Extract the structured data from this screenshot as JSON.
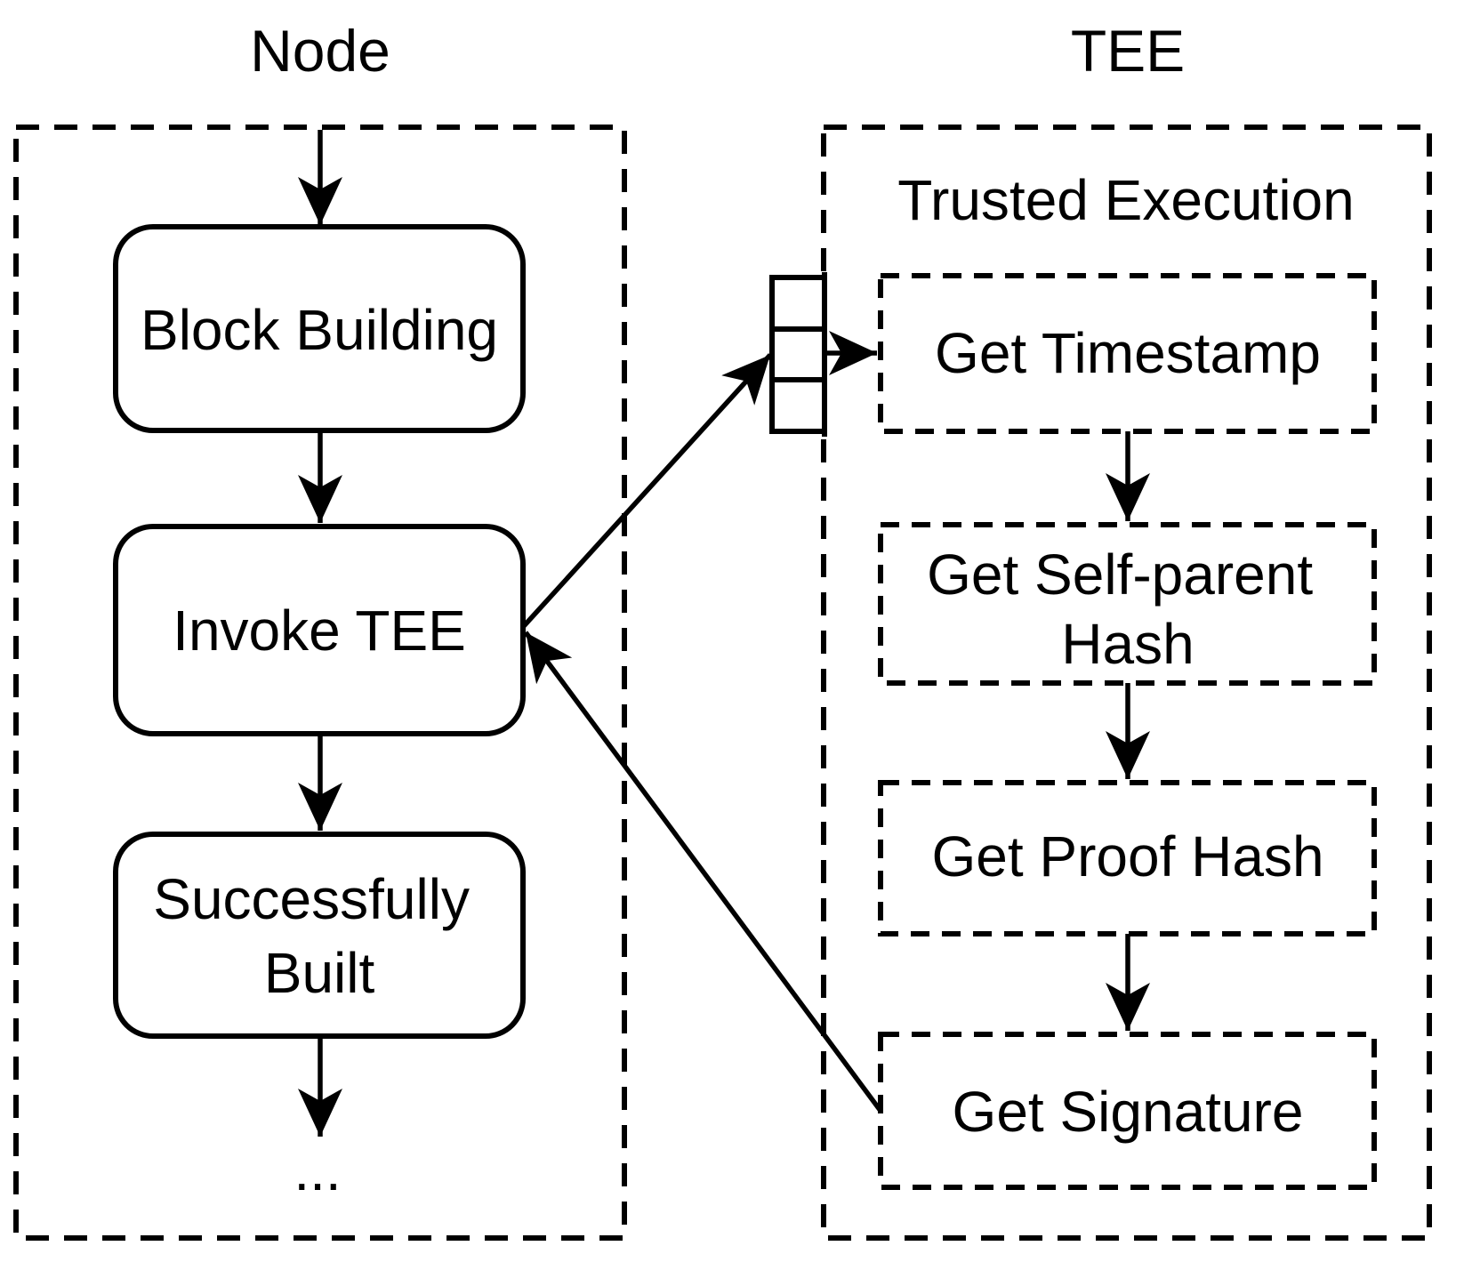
{
  "figure": {
    "node_lane": {
      "title": "Node",
      "box_block_building": {
        "label": "Block Building"
      },
      "box_invoke_tee": {
        "label": "Invoke TEE"
      },
      "box_successfully_built": {
        "line1": "Successfully",
        "line2": "Built"
      },
      "ellipsis": "..."
    },
    "tee_lane": {
      "title": "TEE",
      "header": "Trusted Execution",
      "box_get_timestamp": {
        "label": "Get Timestamp"
      },
      "box_get_self_parent_hash": {
        "line1": "Get Self-parent",
        "line2": "Hash"
      },
      "box_get_proof_hash": {
        "label": "Get Proof Hash"
      },
      "box_get_signature": {
        "label": "Get Signature"
      }
    },
    "colors": {
      "stroke": "#000000",
      "background": "#ffffff"
    }
  }
}
